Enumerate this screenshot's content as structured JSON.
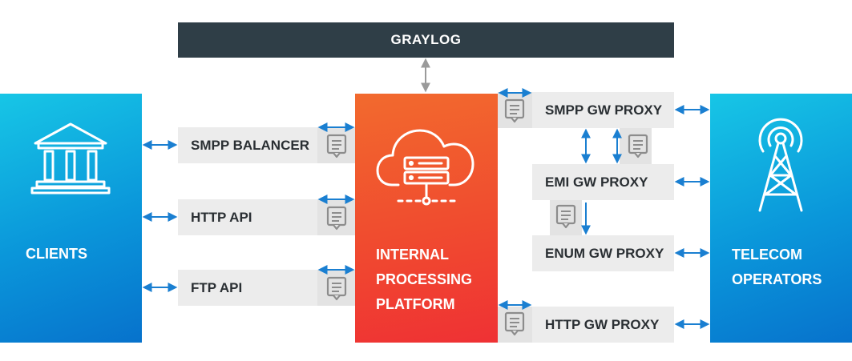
{
  "graylog": {
    "label": "GRAYLOG"
  },
  "clients": {
    "label": "CLIENTS"
  },
  "platform": {
    "line1": "INTERNAL",
    "line2": "PROCESSING",
    "line3": "PLATFORM"
  },
  "telecom": {
    "line1": "TELECOM",
    "line2": "OPERATORS"
  },
  "left_boxes": [
    {
      "label": "SMPP BALANCER"
    },
    {
      "label": "HTTP API"
    },
    {
      "label": "FTP API"
    }
  ],
  "right_boxes": [
    {
      "label": "SMPP GW PROXY"
    },
    {
      "label": "EMI GW PROXY"
    },
    {
      "label": "ENUM GW PROXY"
    },
    {
      "label": "HTTP GW PROXY"
    }
  ],
  "colors": {
    "graylog_bg": "#2f3e47",
    "blue_gradient_start": "#17c6e6",
    "blue_gradient_end": "#0772cc",
    "orange_gradient_start": "#f26a2e",
    "orange_gradient_end": "#ef3134",
    "box_bg": "#ececec",
    "arrow": "#1a7fd1",
    "connector_gray": "#9a9a9a"
  }
}
